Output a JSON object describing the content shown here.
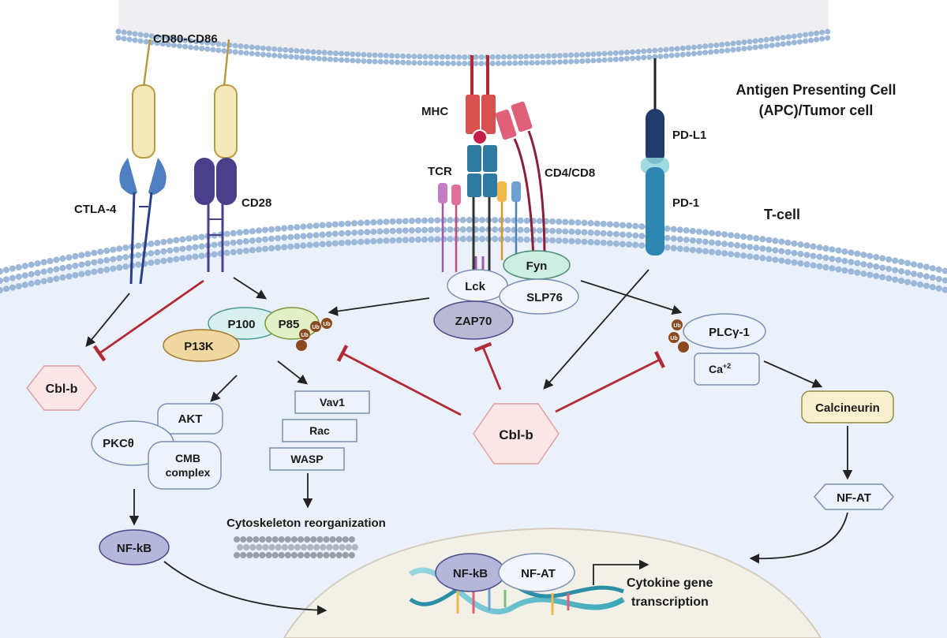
{
  "labels": {
    "ligand_cd80_cd86": "CD80-CD86",
    "apc_line1": "Antigen Presenting Cell",
    "apc_line2": "(APC)/Tumor cell",
    "tcell": "T-cell",
    "mhc": "MHC",
    "tcr": "TCR",
    "cd4_cd8": "CD4/CD8",
    "pd_l1": "PD-L1",
    "pd_1": "PD-1",
    "ctla4": "CTLA-4",
    "cd28": "CD28"
  },
  "nodes": {
    "fyn": "Fyn",
    "lck": "Lck",
    "slp76": "SLP76",
    "zap70": "ZAP70",
    "p100": "P100",
    "p85": "P85",
    "pi3k": "P13K",
    "plcg1": "PLCγ-1",
    "ca_base": "Ca",
    "ca_sup": "+2",
    "calcineurin": "Calcineurin",
    "nfat": "NF-AT",
    "cblb_left": "Cbl-b",
    "cblb_center": "Cbl-b",
    "akt": "AKT",
    "pkc": "PKCθ",
    "cmb_line1": "CMB",
    "cmb_line2": "complex",
    "vav1": "Vav1",
    "rac": "Rac",
    "wasp": "WASP",
    "cytoskeleton": "Cytoskeleton reorganization",
    "nfkb": "NF-kB",
    "nucleus_nfkb": "NF-kB",
    "nucleus_nfat": "NF-AT",
    "cytokine_line1": "Cytokine gene",
    "cytokine_line2": "transcription",
    "ub": "Ub"
  },
  "colors": {
    "apc_fill": "#efeff1",
    "cytoplasm_fill": "#ebf1fa",
    "nucleus_fill": "#f3f0e8",
    "membrane_bead": "#9cb8d8",
    "inhibit_red": "#b22a35",
    "activate_black": "#222222",
    "cblb_fill": "#fce6e6",
    "ub_brown": "#8b4a1f",
    "pi3k_fill": "#f1d7a0",
    "p100_fill": "#d8f0ee",
    "p85_fill": "#e3efc7",
    "zap70_fill": "#b9b9d6",
    "fyn_fill": "#cdeee1",
    "nfkb_fill": "#b4b7d9",
    "calcineurin_fill": "#f7f0cf",
    "mhc_red": "#d85050",
    "tcr_blue": "#2e7aa0",
    "pd_dark": "#1f3a6b",
    "pd_teal": "#3a9bc0",
    "cd28_purple": "#4a3f8a",
    "ctla4_blue": "#4f7fc0",
    "ligand_yellow": "#f5eabb"
  }
}
